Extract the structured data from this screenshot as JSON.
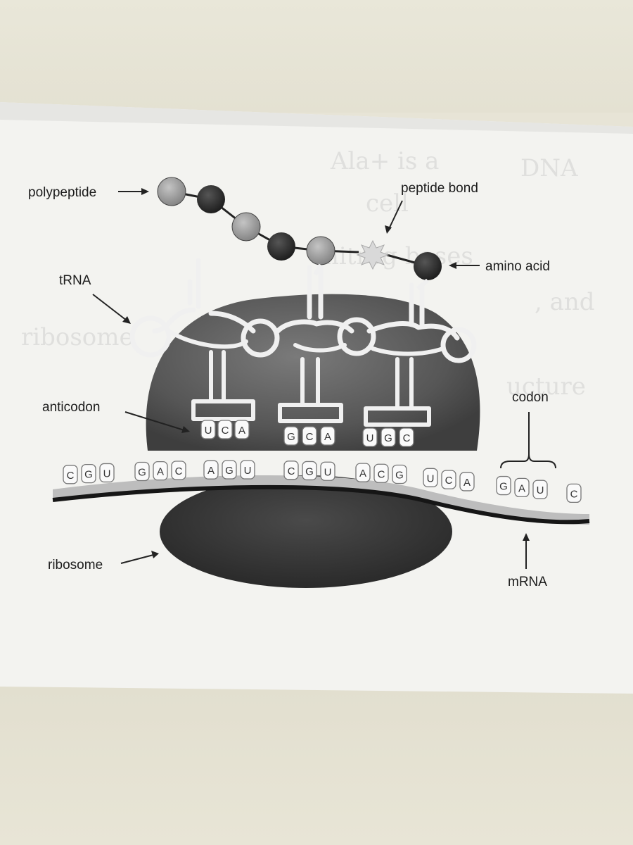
{
  "labels": {
    "polypeptide": "polypeptide",
    "peptide_bond": "peptide bond",
    "amino_acid": "amino acid",
    "trna": "tRNA",
    "anticodon": "anticodon",
    "codon": "codon",
    "ribosome": "ribosome",
    "mrna": "mRNA"
  },
  "mrna_bases": [
    "C",
    "G",
    "U",
    "G",
    "A",
    "C",
    "A",
    "G",
    "U",
    "C",
    "G",
    "U",
    "A",
    "C",
    "G",
    "U",
    "C",
    "A",
    "G",
    "A",
    "U",
    "C"
  ],
  "anticodons": [
    {
      "bases": [
        "U",
        "C",
        "A"
      ]
    },
    {
      "bases": [
        "G",
        "C",
        "A"
      ]
    },
    {
      "bases": [
        "U",
        "G",
        "C"
      ]
    }
  ],
  "amino_acid_chain": [
    "light",
    "dark",
    "light",
    "dark",
    "light",
    "bond",
    "dark"
  ],
  "colors": {
    "paper": "#f4f4f1",
    "ribosome": "#5a5a5a",
    "mrna_strand": "#1a1a1a",
    "amino_dark": "#2e2e2e",
    "amino_light": "#9a9a9a"
  }
}
